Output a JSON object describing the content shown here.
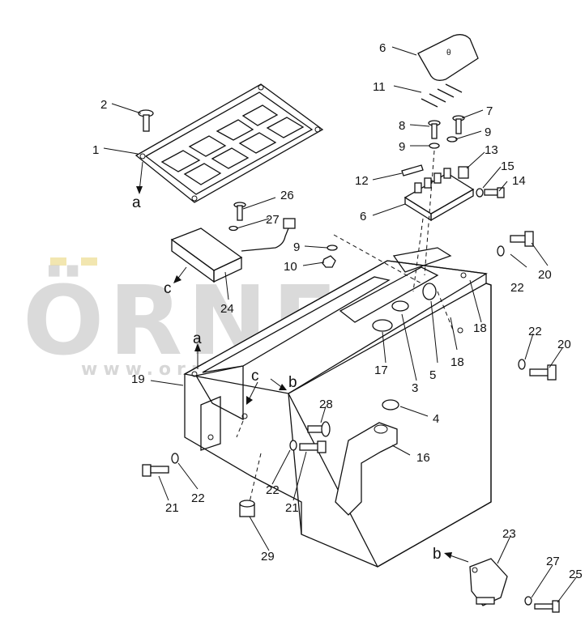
{
  "watermark": {
    "brand": "ÖRNEK",
    "url": "www.orneksmakina.com.tr",
    "brand_color": "#bdbdbd",
    "accent_color": "#f2e6b0"
  },
  "callouts": {
    "c1": "1",
    "c2": "2",
    "c3": "3",
    "c4": "4",
    "c5": "5",
    "c6a": "6",
    "c6b": "6",
    "c7": "7",
    "c8": "8",
    "c9a": "9",
    "c9b": "9",
    "c9c": "9",
    "c10": "10",
    "c11": "11",
    "c12": "12",
    "c13": "13",
    "c14": "14",
    "c15": "15",
    "c16": "16",
    "c17": "17",
    "c18a": "18",
    "c18b": "18",
    "c19": "19",
    "c20a": "20",
    "c20b": "20",
    "c21a": "21",
    "c21b": "21",
    "c22a": "22",
    "c22b": "22",
    "c22c": "22",
    "c22d": "22",
    "c23": "23",
    "c24": "24",
    "c25": "25",
    "c26": "26",
    "c27a": "27",
    "c27b": "27",
    "c28": "28",
    "c29": "29"
  },
  "view_letters": {
    "a_top": "a",
    "a_body": "a",
    "b_body": "b",
    "b_bottom": "b",
    "c_left": "c",
    "c_body": "c"
  }
}
